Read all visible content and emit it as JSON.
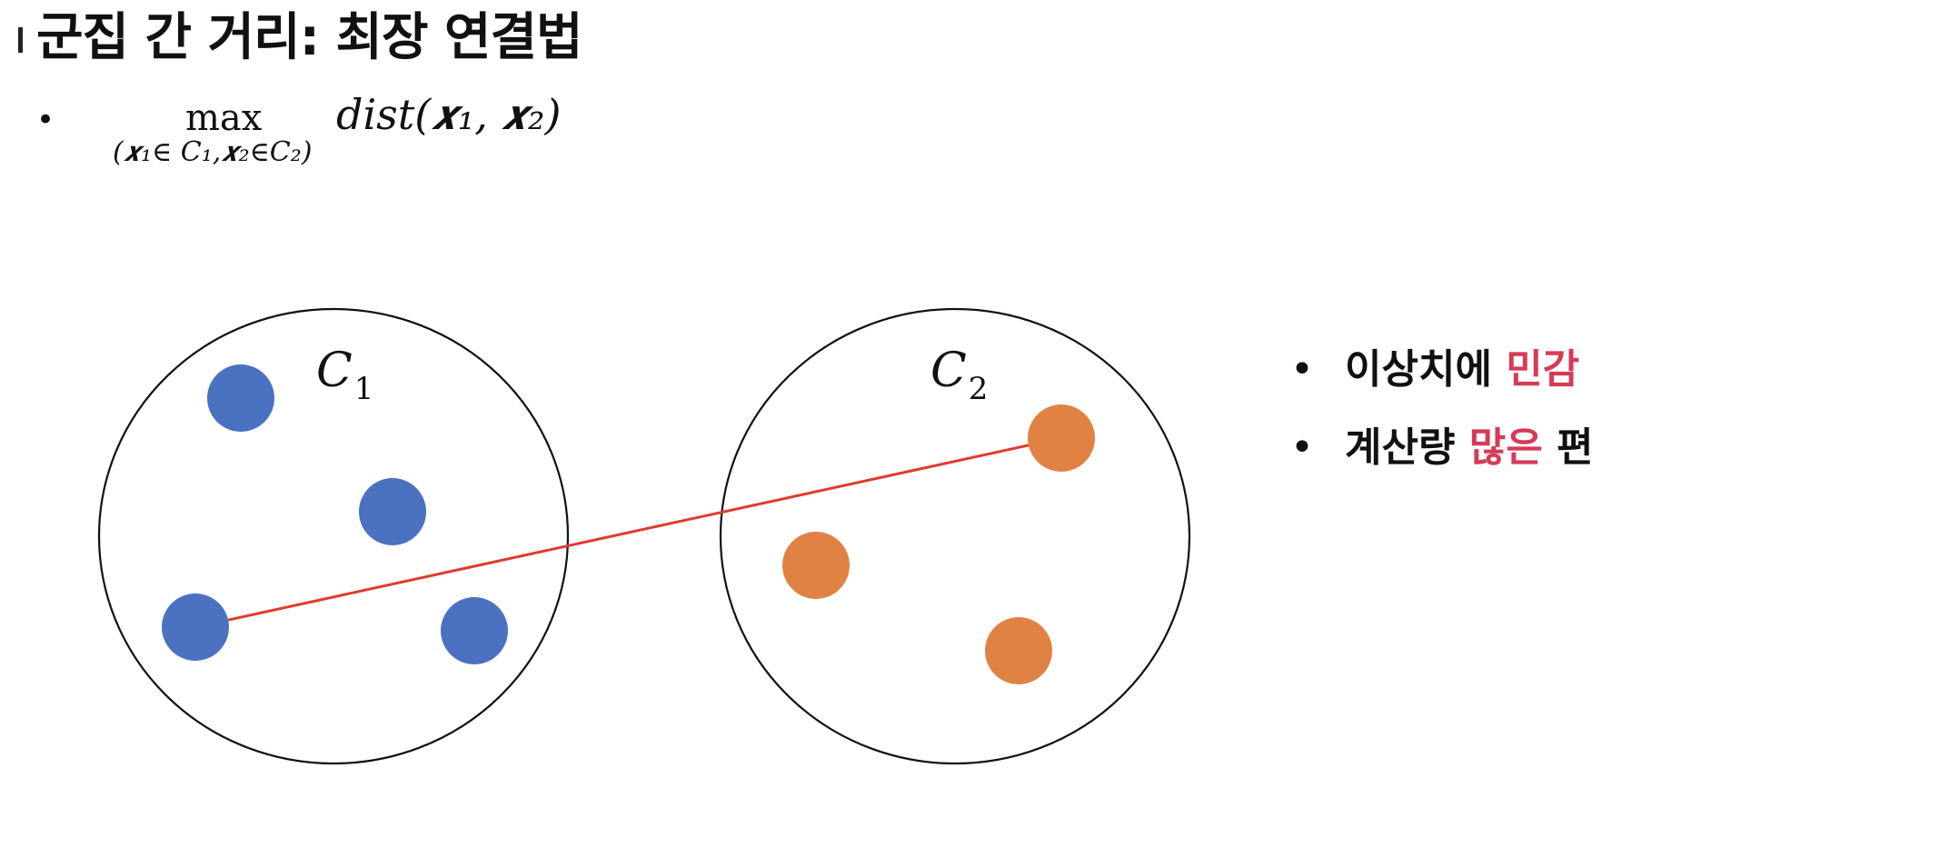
{
  "title": "군집 간 거리: 최장 연결법",
  "formula": {
    "bullet": "•",
    "operator": "max",
    "subscript": "(𝒙₁∈ C₁,𝒙₂∈C₂)",
    "expression": "dist(𝒙₁, 𝒙₂)"
  },
  "clusters": [
    {
      "label": "C",
      "label_sub": "1",
      "point_color": "#4a72c0",
      "points": [
        "point-1",
        "point-2",
        "point-3",
        "point-4"
      ]
    },
    {
      "label": "C",
      "label_sub": "2",
      "point_color": "#e08244",
      "points": [
        "point-1",
        "point-2",
        "point-3"
      ]
    }
  ],
  "link_color": "#e03a2f",
  "notes": [
    {
      "bullet": "•",
      "prefix": "이상치에 ",
      "highlight": "민감",
      "suffix": ""
    },
    {
      "bullet": "•",
      "prefix": "계산량 ",
      "highlight": "많은",
      "suffix": " 편"
    }
  ],
  "accent_color": "#d63a57"
}
